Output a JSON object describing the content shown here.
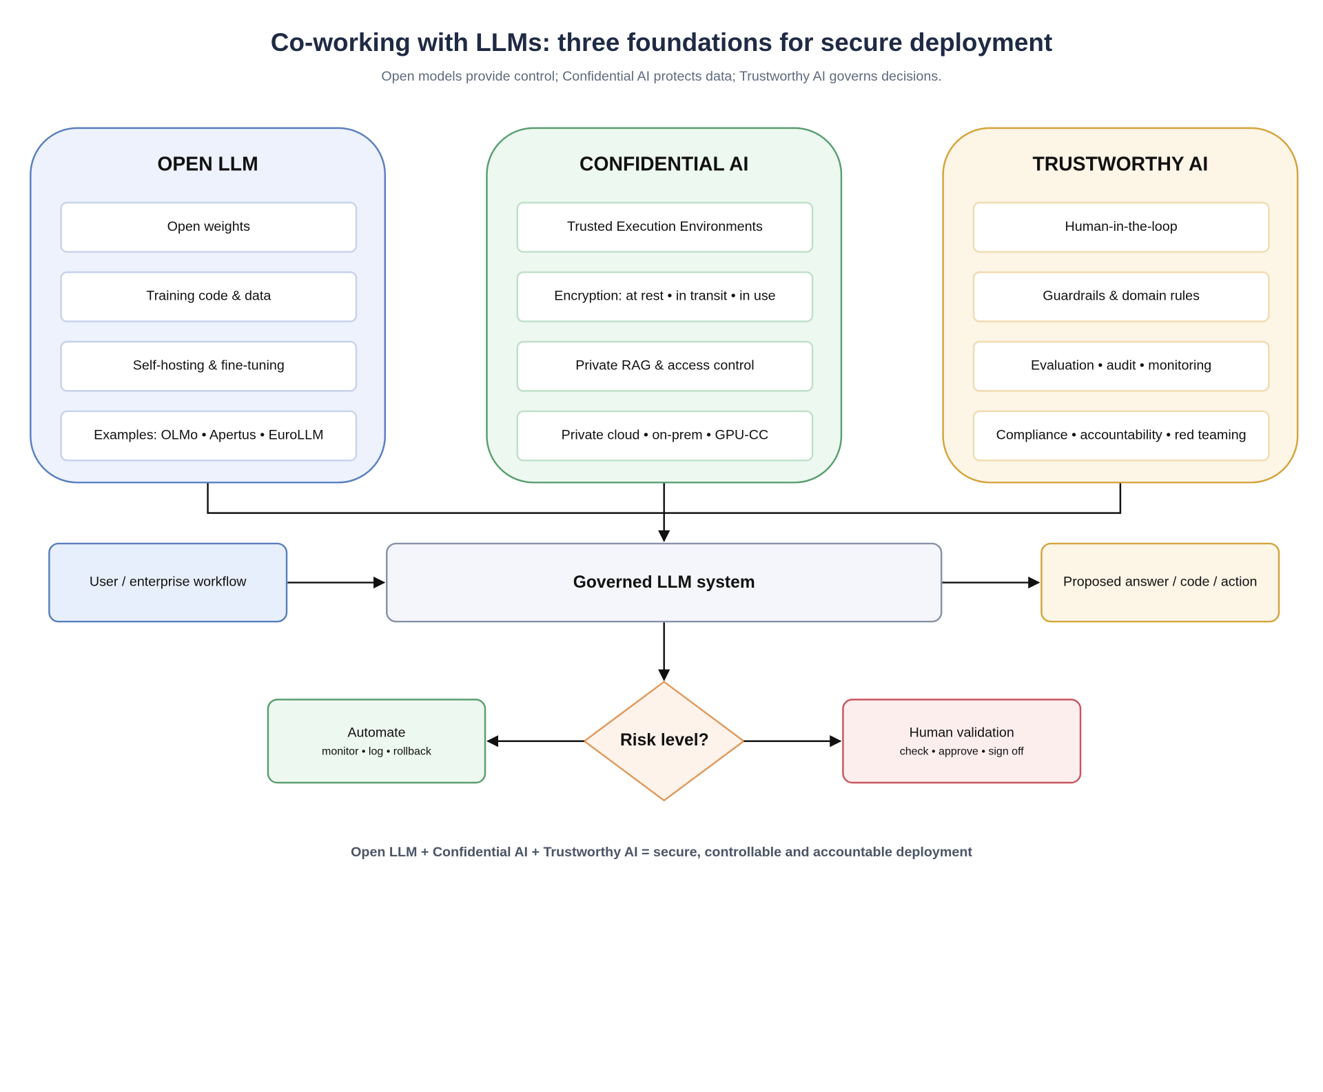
{
  "title": "Co-working with LLMs: three foundations for secure deployment",
  "subtitle": "Open models provide control; Confidential AI protects data; Trustworthy AI governs decisions.",
  "panels": [
    {
      "title": "OPEN LLM",
      "items": [
        "Open weights",
        "Training code & data",
        "Self-hosting & fine-tuning",
        "Examples: OLMo • Apertus • EuroLLM"
      ]
    },
    {
      "title": "CONFIDENTIAL AI",
      "items": [
        "Trusted Execution Environments",
        "Encryption: at rest • in transit • in use",
        "Private RAG & access control",
        "Private cloud • on-prem • GPU-CC"
      ]
    },
    {
      "title": "TRUSTWORTHY AI",
      "items": [
        "Human-in-the-loop",
        "Guardrails & domain rules",
        "Evaluation • audit • monitoring",
        "Compliance • accountability • red teaming"
      ]
    }
  ],
  "flow": {
    "user": "User / enterprise workflow",
    "governed": "Governed LLM system",
    "proposed": "Proposed answer / code / action",
    "decision": "Risk level?",
    "automate": {
      "title": "Automate",
      "sub": "monitor • log • rollback"
    },
    "human": {
      "title": "Human validation",
      "sub": "check • approve • sign off"
    }
  },
  "footer": "Open LLM + Confidential AI + Trustworthy AI = secure, controllable and accountable deployment",
  "colors": {
    "open": "#5a7fbf",
    "confidential": "#5a9e70",
    "trustworthy": "#d4a43c",
    "decision": "#e09a5c",
    "human": "#c9565e",
    "governed": "#8891a6"
  }
}
